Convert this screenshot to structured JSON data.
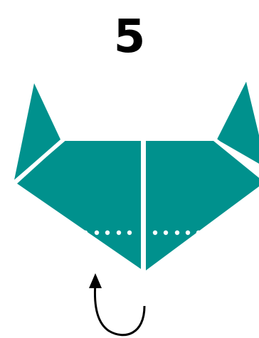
{
  "step": {
    "number": "5"
  },
  "colors": {
    "paper": "#00918d",
    "crease": "#ffffff",
    "arrow": "#000000",
    "background": "#ffffff"
  },
  "instruction": {
    "fold_line_style": "dotted",
    "arrow_direction": "fold-behind"
  }
}
